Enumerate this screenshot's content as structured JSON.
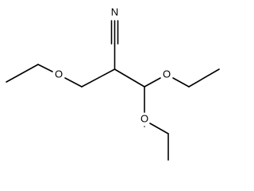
{
  "molecule": {
    "atom_labels": {
      "nitrile_n": "N",
      "ether_o_left": "O",
      "ether_o_right": "O",
      "ether_o_bottom": "O"
    }
  }
}
